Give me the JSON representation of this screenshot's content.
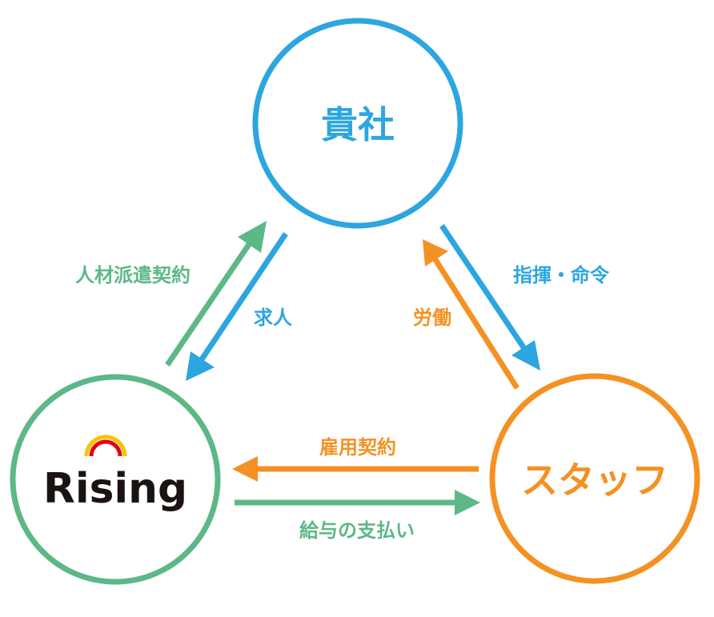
{
  "colors": {
    "blue": "#2ca6e0",
    "green": "#5db887",
    "orange": "#f39223",
    "logo_red": "#e60012",
    "logo_yellow": "#f9c400",
    "logo_text": "#1a1311"
  },
  "nodes": {
    "client": {
      "label": "貴社"
    },
    "rising": {
      "label": "Rising"
    },
    "staff": {
      "label": "スタッフ"
    }
  },
  "edges": {
    "dispatch_contract": {
      "label": "人材派遣契約"
    },
    "job_offer": {
      "label": "求人"
    },
    "labor": {
      "label": "労働"
    },
    "direction": {
      "label": "指揮・命令"
    },
    "employment_contract": {
      "label": "雇用契約"
    },
    "salary_payment": {
      "label": "給与の支払い"
    }
  }
}
